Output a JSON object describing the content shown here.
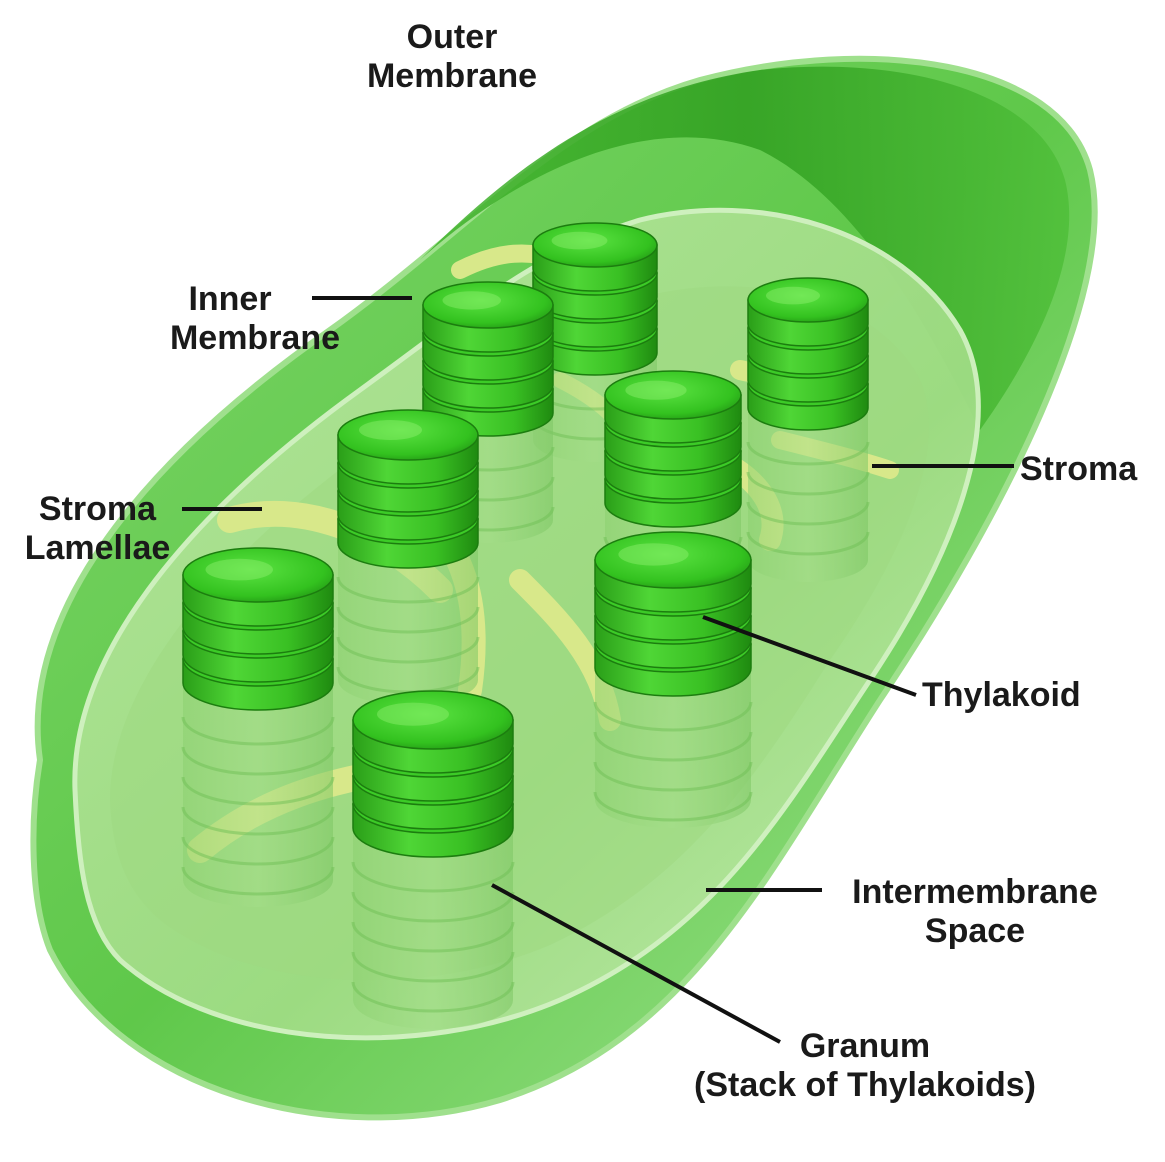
{
  "figure": {
    "labels": {
      "outer_membrane": [
        "Outer",
        "Membrane"
      ],
      "inner_membrane": [
        "Inner",
        "Membrane"
      ],
      "stroma_lamellae": [
        "Stroma",
        "Lamellae"
      ],
      "stroma": "Stroma",
      "thylakoid": "Thylakoid",
      "intermembrane_space": [
        "Intermembrane",
        "Space"
      ],
      "granum": [
        "Granum",
        "(Stack of Thylakoids)"
      ]
    }
  },
  "colors": {
    "outer_membrane": "#8fdb7e",
    "body": "#5ec94a",
    "granum": "#33c21f",
    "granum_dark": "#1f8f12",
    "lamellae": "#d8e88a",
    "leader_line": "#111111"
  }
}
